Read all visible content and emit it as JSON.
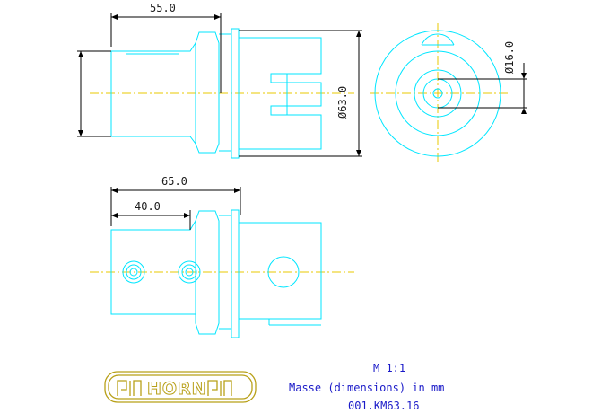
{
  "dimensions": {
    "top_length": "55.0",
    "top_diameter": "Ø63.0",
    "side_diameter": "Ø16.0",
    "bottom_length_total": "65.0",
    "bottom_length_partial": "40.0"
  },
  "notes": {
    "scale": "M 1:1",
    "units": "Masse (dimensions) in mm",
    "part_number": "001.KM63.16"
  },
  "logo": {
    "text": "HORN"
  },
  "colors": {
    "outline": "#00e6ff",
    "centerline": "#e8c800",
    "dimension": "#000000",
    "note_text": "#1a1ac8",
    "logo": "#b8a018"
  }
}
